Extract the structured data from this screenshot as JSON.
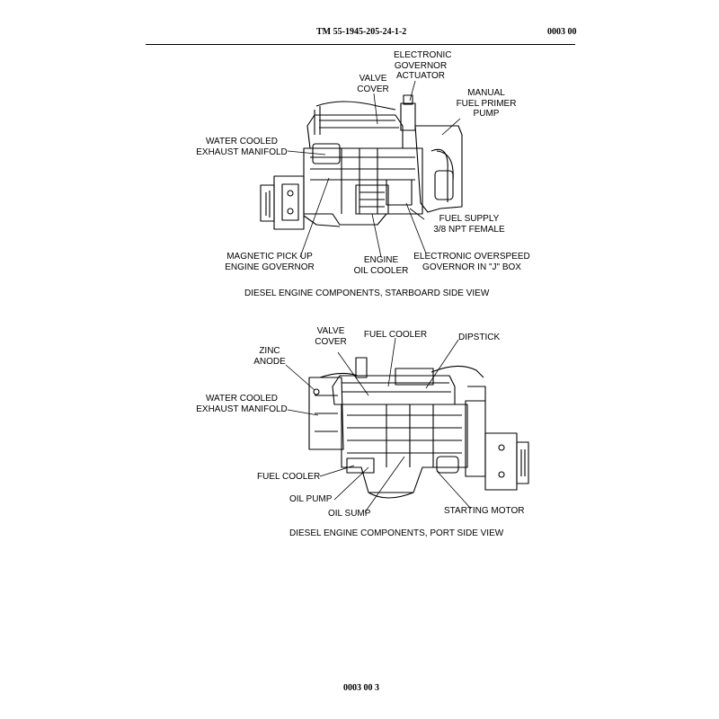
{
  "header": {
    "doc_number": "TM 55-1945-205-24-1-2",
    "work_package": "0003 00"
  },
  "figure1": {
    "caption": "DIESEL ENGINE COMPONENTS, STARBOARD SIDE VIEW",
    "labels": {
      "electronic_governor_actuator": "ELECTRONIC\nGOVERNOR\nACTUATOR",
      "valve_cover": "VALVE\nCOVER",
      "manual_fuel_primer_pump": "MANUAL\nFUEL PRIMER\nPUMP",
      "water_cooled_exhaust_manifold": "WATER COOLED\nEXHAUST MANIFOLD",
      "fuel_supply": "FUEL SUPPLY\n3/8 NPT FEMALE",
      "magnetic_pick_up": "MAGNETIC PICK UP\nENGINE GOVERNOR",
      "engine_oil_cooler": "ENGINE\nOIL COOLER",
      "electronic_overspeed": "ELECTRONIC OVERSPEED\nGOVERNOR IN \"J\" BOX"
    }
  },
  "figure2": {
    "caption": "DIESEL ENGINE COMPONENTS, PORT SIDE VIEW",
    "labels": {
      "valve_cover": "VALVE\nCOVER",
      "fuel_cooler_top": "FUEL COOLER",
      "dipstick": "DIPSTICK",
      "zinc_anode": "ZINC\nANODE",
      "water_cooled_exhaust_manifold": "WATER COOLED\nEXHAUST MANIFOLD",
      "fuel_cooler_left": "FUEL COOLER",
      "oil_pump": "OIL PUMP",
      "oil_sump": "OIL SUMP",
      "starting_motor": "STARTING MOTOR"
    }
  },
  "footer": {
    "page_number": "0003 00 3"
  }
}
